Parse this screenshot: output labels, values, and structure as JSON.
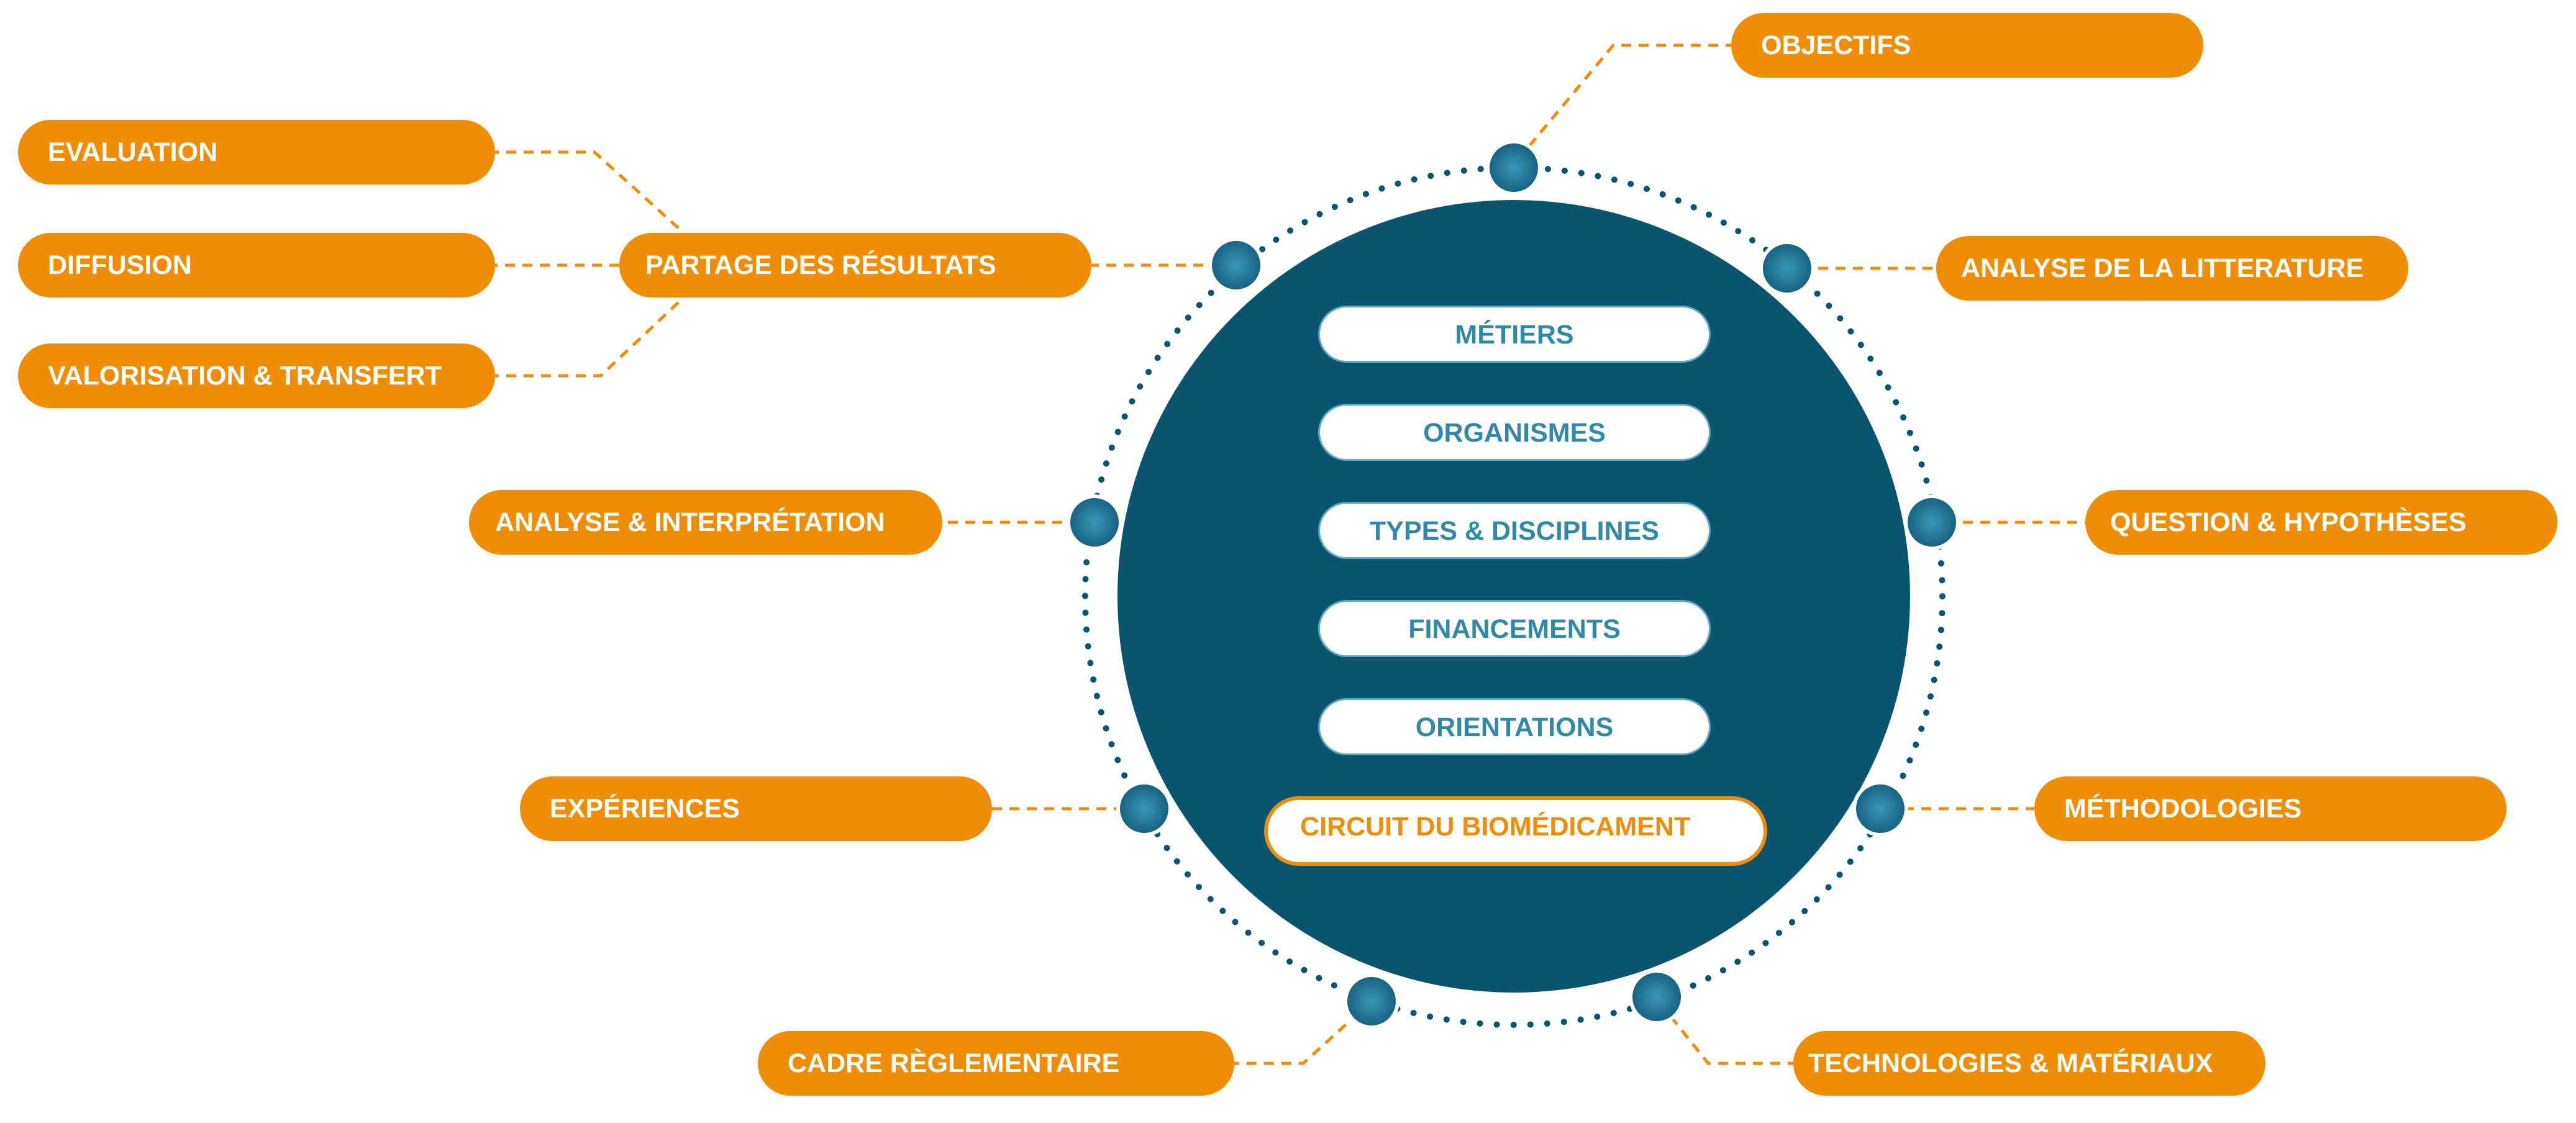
{
  "colors": {
    "accent_orange": "#ef8e06",
    "hub_navy": "#0b5470",
    "node_blue": "#2a7fa0",
    "center_text": "#3189a8"
  },
  "center_items": [
    {
      "label": "MÉTIERS"
    },
    {
      "label": "ORGANISMES"
    },
    {
      "label": "TYPES & DISCIPLINES"
    },
    {
      "label": "FINANCEMENTS"
    },
    {
      "label": "ORIENTATIONS"
    },
    {
      "label": "CIRCUIT DU BIOMÉDICAMENT",
      "highlight": true
    }
  ],
  "cycle_steps": [
    {
      "label": "OBJECTIFS"
    },
    {
      "label": "ANALYSE DE LA LITTERATURE"
    },
    {
      "label": "QUESTION & HYPOTHÈSES"
    },
    {
      "label": "MÉTHODOLOGIES"
    },
    {
      "label": "TECHNOLOGIES & MATÉRIAUX"
    },
    {
      "label": "CADRE RÈGLEMENTAIRE"
    },
    {
      "label": "EXPÉRIENCES"
    },
    {
      "label": "ANALYSE & INTERPRÉTATION"
    },
    {
      "label": "PARTAGE DES RÉSULTATS"
    }
  ],
  "sharing_branches": [
    {
      "label": "EVALUATION"
    },
    {
      "label": "DIFFUSION"
    },
    {
      "label": "VALORISATION & TRANSFERT"
    }
  ]
}
